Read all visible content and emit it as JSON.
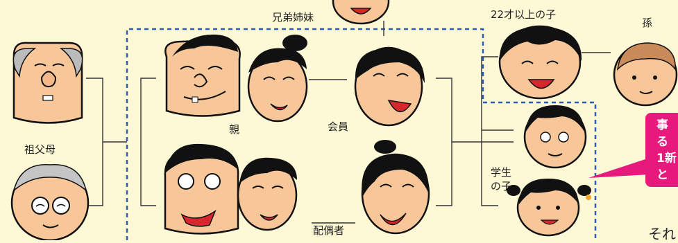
{
  "labels": {
    "siblings": "兄弟姉妹",
    "adult_child": "22才以上の子",
    "grandchild": "孫",
    "grandparents": "祖父母",
    "parents": "親",
    "member": "会員",
    "student_child_1": "学生",
    "student_child_2": "の子",
    "spouse": "配偶者"
  },
  "callout": {
    "lines": [
      "事",
      "る",
      "1新",
      "と"
    ]
  },
  "trailing_text": "それ",
  "colors": {
    "background": "#fdf8d6",
    "skin": "#f7c79a",
    "hair": "#111111",
    "mouth": "#d8262d",
    "dashed_border": "#2b5db8",
    "callout": "#e8197c",
    "line": "#333333"
  }
}
